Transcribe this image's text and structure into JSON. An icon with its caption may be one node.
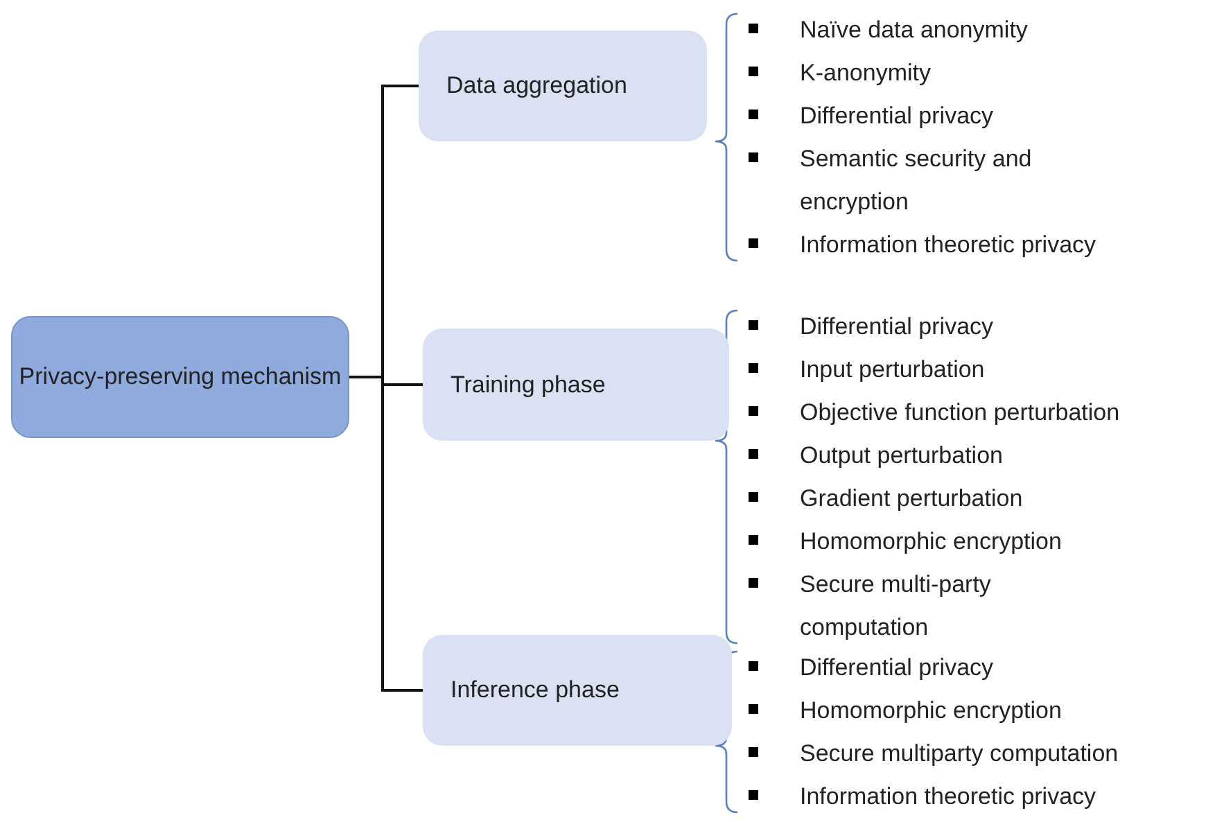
{
  "diagram": {
    "nodes": [
      {
        "text": [
          "Privacy-preserving mechanism"
        ]
      },
      {
        "text": [
          "Data aggregation"
        ],
        "beside": [
          "Naïve data anonymity",
          "K-anonymity",
          "Differential privacy",
          "Semantic security and encryption",
          "Information theoretic privacy"
        ]
      },
      {
        "text": [
          "Training phase"
        ],
        "beside": [
          "Differential privacy",
          "Input perturbation",
          "Objective function perturbation",
          "Output perturbation",
          "Gradient perturbation",
          "Homomorphic encryption",
          "Secure multi-party computation"
        ]
      },
      {
        "text": [
          "Inference phase"
        ],
        "beside": [
          "Differential privacy",
          "Homomorphic encryption",
          "Secure multiparty computation",
          "Information theoretic privacy"
        ]
      }
    ],
    "edges": [
      {
        "from": 0,
        "to": 1,
        "arrow": "none"
      },
      {
        "from": 0,
        "to": 2,
        "arrow": "none"
      },
      {
        "from": 0,
        "to": 3,
        "arrow": "none"
      }
    ]
  }
}
